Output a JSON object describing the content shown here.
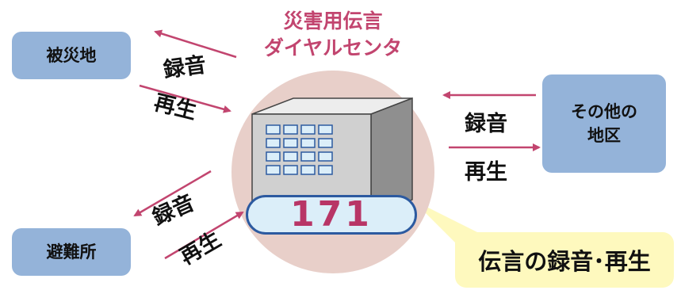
{
  "center_title": [
    "災害用伝言",
    "ダイヤルセンタ"
  ],
  "center_number": "171",
  "nodes": {
    "disaster_area": "被災地",
    "shelter": "避難所",
    "other_area": [
      "その他の",
      "地区"
    ]
  },
  "labels": {
    "record": "録音",
    "play": "再生"
  },
  "callout": "伝言の録音･再生",
  "colors": {
    "accent": "#c2456f",
    "arrow": "#c2456f",
    "node_fill": "#94b3d9",
    "circle_fill": "#e8cfc9",
    "pill_fill": "#dbeef9",
    "pill_border": "#2c5aa0",
    "callout_fill": "#fef9be"
  }
}
